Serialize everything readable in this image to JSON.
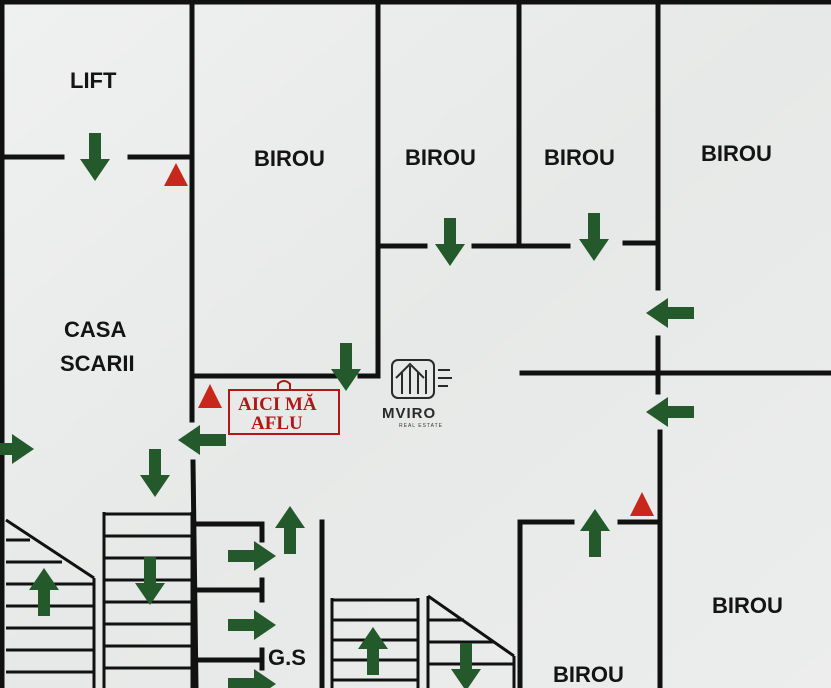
{
  "rooms": {
    "lift": "LIFT",
    "birou_1": "BIROU",
    "birou_2": "BIROU",
    "birou_3": "BIROU",
    "birou_4": "BIROU",
    "birou_5": "BIROU",
    "birou_6": "BIROU",
    "casa_scarii_line1": "CASA",
    "casa_scarii_line2": "SCARII",
    "gs": "G.S"
  },
  "you_are_here": {
    "line1": "AICI MĂ",
    "line2": "AFLU"
  },
  "logo": {
    "name": "MVIRO",
    "tagline": "REAL ESTATE"
  },
  "colors": {
    "arrow": "#24592c",
    "marker": "#c8281c",
    "here_text": "#b01818",
    "wall": "#111111"
  }
}
